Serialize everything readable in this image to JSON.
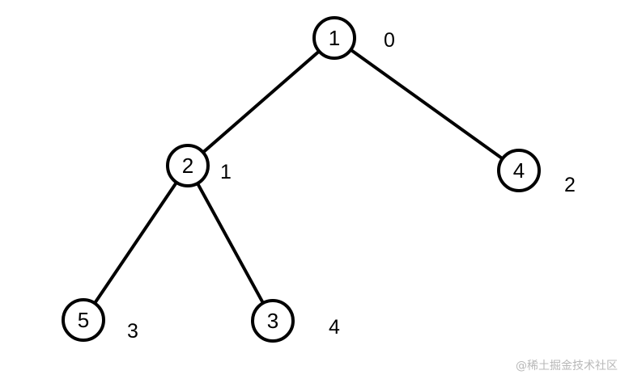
{
  "tree": {
    "nodes": [
      {
        "id": "n1",
        "value": "1",
        "index": "0"
      },
      {
        "id": "n2",
        "value": "2",
        "index": "1"
      },
      {
        "id": "n4",
        "value": "4",
        "index": "2"
      },
      {
        "id": "n5",
        "value": "5",
        "index": "3"
      },
      {
        "id": "n3",
        "value": "3",
        "index": "4"
      }
    ],
    "edges": [
      {
        "from": "n1",
        "to": "n2"
      },
      {
        "from": "n1",
        "to": "n4"
      },
      {
        "from": "n2",
        "to": "n5"
      },
      {
        "from": "n2",
        "to": "n3"
      }
    ]
  },
  "watermark": "@稀土掘金技术社区"
}
